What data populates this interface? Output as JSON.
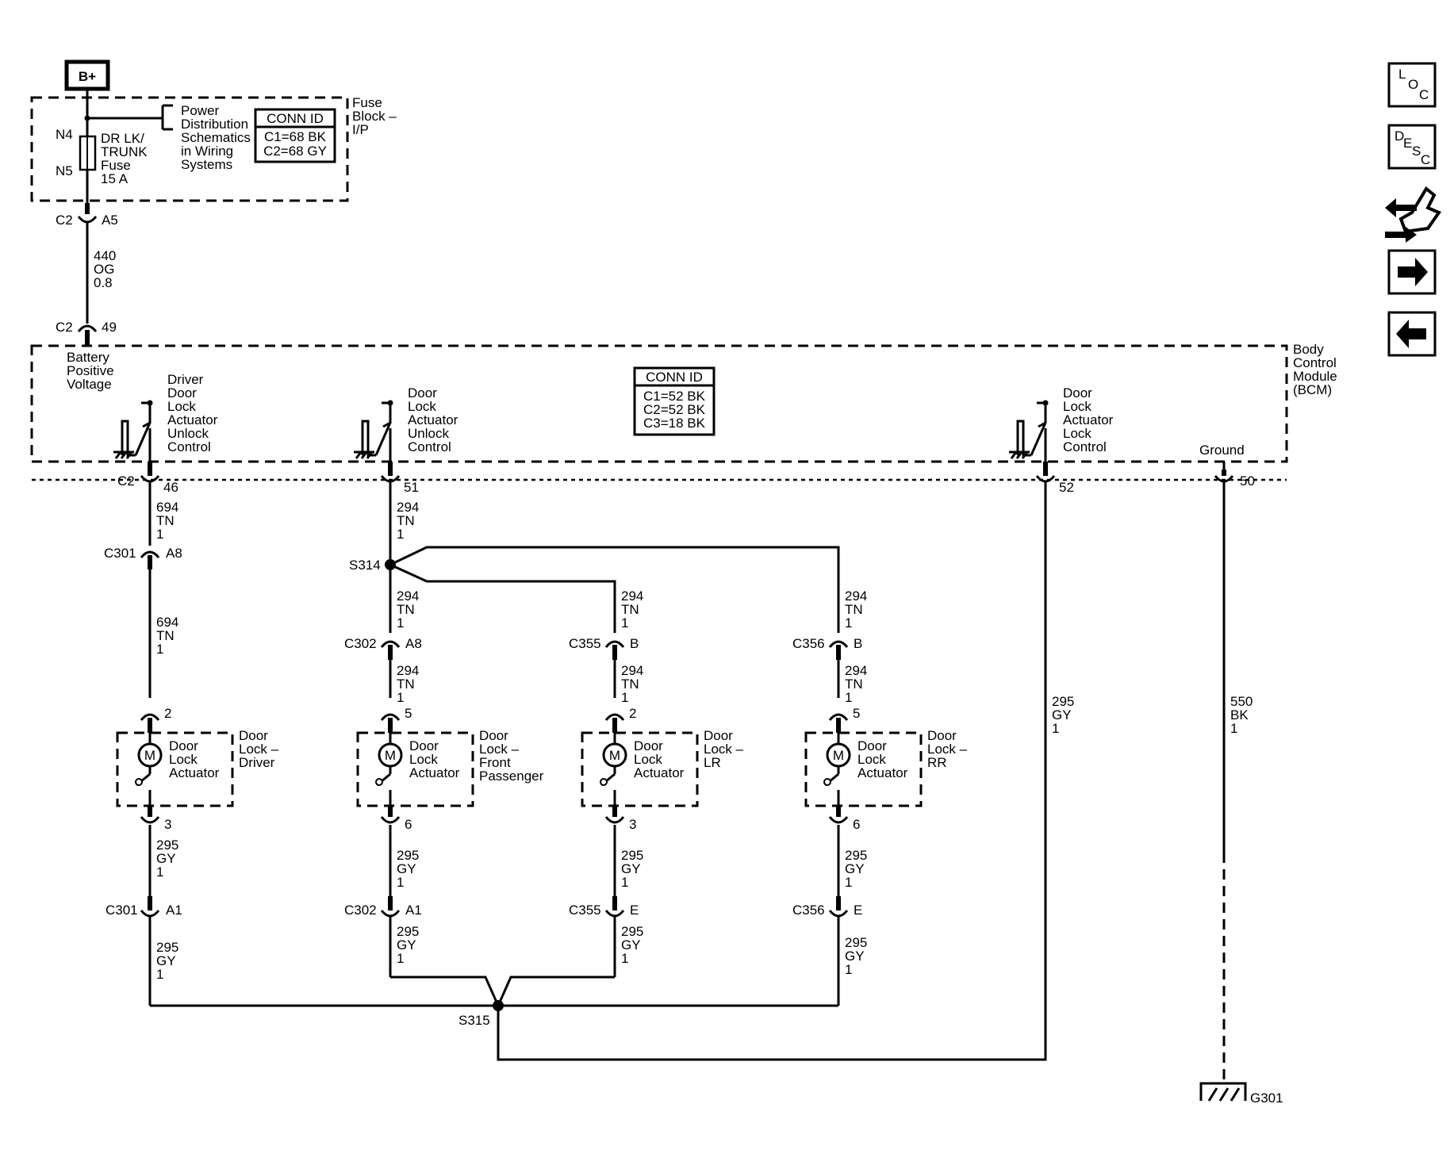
{
  "power": {
    "label": "B+"
  },
  "fuse_block": {
    "title_lines": [
      "Fuse",
      "Block –",
      "I/P"
    ],
    "pin_in": "N4",
    "pin_out": "N5",
    "fuse_lines": [
      "DR LK/",
      "TRUNK",
      "Fuse",
      "15 A"
    ],
    "power_ref_lines": [
      "Power",
      "Distribution",
      "Schematics",
      "in Wiring",
      "Systems"
    ],
    "conn_id": {
      "title": "CONN ID",
      "lines": [
        "C1=68 BK",
        "C2=68 GY"
      ]
    }
  },
  "fuse_out_connector": {
    "name": "C2",
    "pin": "A5"
  },
  "feed_wire": [
    "440",
    "OG",
    "0.8"
  ],
  "bcm": {
    "title_lines": [
      "Body",
      "Control",
      "Module",
      "(BCM)"
    ],
    "in_connector": {
      "name": "C2",
      "pin": "49"
    },
    "input_label_lines": [
      "Battery",
      "Positive",
      "Voltage"
    ],
    "conn_id": {
      "title": "CONN ID",
      "lines": [
        "C1=52 BK",
        "C2=52 BK",
        "C3=18 BK"
      ]
    },
    "switch_driver_unlock_lines": [
      "Driver",
      "Door",
      "Lock",
      "Actuator",
      "Unlock",
      "Control"
    ],
    "switch_unlock_lines": [
      "Door",
      "Lock",
      "Actuator",
      "Unlock",
      "Control"
    ],
    "switch_lock_lines": [
      "Door",
      "Lock",
      "Actuator",
      "Lock",
      "Control"
    ],
    "ground_label": "Ground",
    "out_connector_name": "C2",
    "pins": [
      "46",
      "51",
      "52",
      "50"
    ]
  },
  "wires": {
    "w694": [
      "694",
      "TN",
      "1"
    ],
    "w294": [
      "294",
      "TN",
      "1"
    ],
    "w295": [
      "295",
      "GY",
      "1"
    ],
    "w550": [
      "550",
      "BK",
      "1"
    ]
  },
  "splices": {
    "upper": "S314",
    "lower": "S315"
  },
  "inline_connectors": {
    "driver_top": {
      "name": "C301",
      "pin": "A8"
    },
    "front_pass_top": {
      "name": "C302",
      "pin": "A8"
    },
    "lr_top": {
      "name": "C355",
      "pin": "B"
    },
    "rr_top": {
      "name": "C356",
      "pin": "B"
    },
    "driver_bottom": {
      "name": "C301",
      "pin": "A1"
    },
    "front_pass_bottom": {
      "name": "C302",
      "pin": "A1"
    },
    "lr_bottom": {
      "name": "C355",
      "pin": "E"
    },
    "rr_bottom": {
      "name": "C356",
      "pin": "E"
    }
  },
  "actuators": [
    {
      "motor": "M",
      "body_lines": [
        "Door",
        "Lock",
        "Actuator"
      ],
      "title_lines": [
        "Door",
        "Lock –",
        "Driver"
      ],
      "pin_in": "2",
      "pin_out": "3"
    },
    {
      "motor": "M",
      "body_lines": [
        "Door",
        "Lock",
        "Actuator"
      ],
      "title_lines": [
        "Door",
        "Lock –",
        "Front",
        "Passenger"
      ],
      "pin_in": "5",
      "pin_out": "6"
    },
    {
      "motor": "M",
      "body_lines": [
        "Door",
        "Lock",
        "Actuator"
      ],
      "title_lines": [
        "Door",
        "Lock –",
        "LR"
      ],
      "pin_in": "2",
      "pin_out": "3"
    },
    {
      "motor": "M",
      "body_lines": [
        "Door",
        "Lock",
        "Actuator"
      ],
      "title_lines": [
        "Door",
        "Lock –",
        "RR"
      ],
      "pin_in": "5",
      "pin_out": "6"
    }
  ],
  "ground_point": "G301",
  "nav_buttons": {
    "loc": [
      "L",
      "O",
      "C"
    ],
    "desc": [
      "D",
      "E",
      "S",
      "C"
    ]
  }
}
